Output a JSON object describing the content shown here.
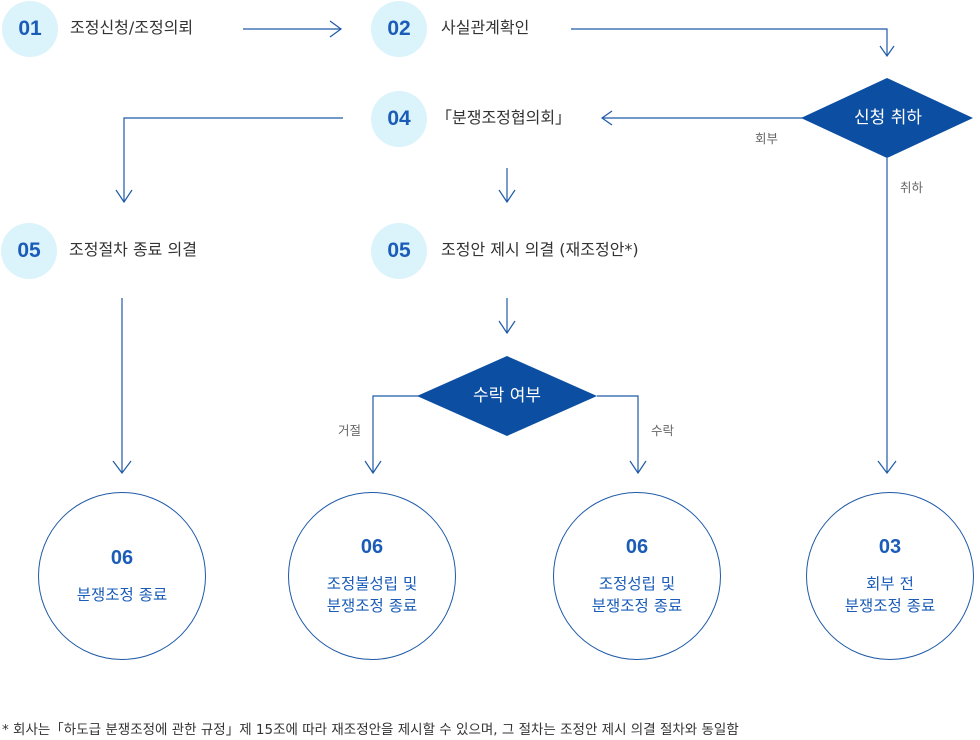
{
  "steps": {
    "s01": {
      "num": "01",
      "label": "조정신청/조정의뢰"
    },
    "s02": {
      "num": "02",
      "label": "사실관계확인"
    },
    "s04": {
      "num": "04",
      "label": "「분쟁조정협의회」"
    },
    "s05a": {
      "num": "05",
      "label": "조정절차 종료 의결"
    },
    "s05b": {
      "num": "05",
      "label": "조정안 제시 의결 (재조정안*)"
    }
  },
  "decisions": {
    "withdraw": "신청 취하",
    "accept": "수락 여부"
  },
  "edge_labels": {
    "referral": "회부",
    "withdrawal": "취하",
    "rejected": "거절",
    "accepted": "수락"
  },
  "outcomes": {
    "end_a": {
      "num": "06",
      "text": "분쟁조정 종료"
    },
    "end_b": {
      "num": "06",
      "text": "조정불성립 및\n분쟁조정 종료"
    },
    "end_c": {
      "num": "06",
      "text": "조정성립 및\n분쟁조정 종료"
    },
    "end_d": {
      "num": "03",
      "text": "회부 전\n분쟁조정 종료"
    }
  },
  "footnote": "* 회사는「하도급 분쟁조정에 관한 규정」제 15조에 따라 재조정안을 제시할 수 있으며, 그 절차는 조정안 제시 의결 절차와 동일함",
  "colors": {
    "badge_bg": "#dbf3fa",
    "accent": "#1a5cb8",
    "diamond": "#0b4ea2",
    "line": "#1e5aa8"
  }
}
